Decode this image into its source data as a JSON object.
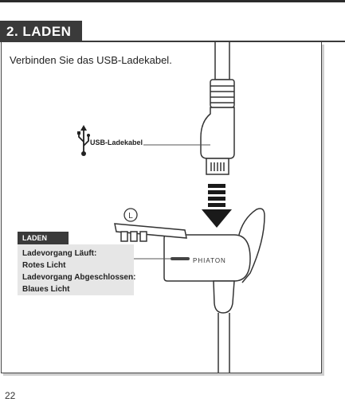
{
  "section": {
    "title": "2. LADEN"
  },
  "instruction": "Verbinden Sie das USB-Ladekabel.",
  "usb_label": "USB-Ladekabel",
  "charging": {
    "tab": "LADEN",
    "lines": [
      "Ladevorgang Läuft:",
      "Rotes Licht",
      "Ladevorgang Abgeschlossen:",
      "Blaues Licht"
    ]
  },
  "device": {
    "brand": "PHIATON",
    "side_mark": "L"
  },
  "page_number": "22",
  "colors": {
    "header_bg": "#3a3a3a",
    "info_bg": "#e6e6e6",
    "panel_shadow": "#cfcfcf"
  },
  "icons": [
    "usb-icon",
    "down-arrow-icon",
    "left-ear-icon"
  ]
}
